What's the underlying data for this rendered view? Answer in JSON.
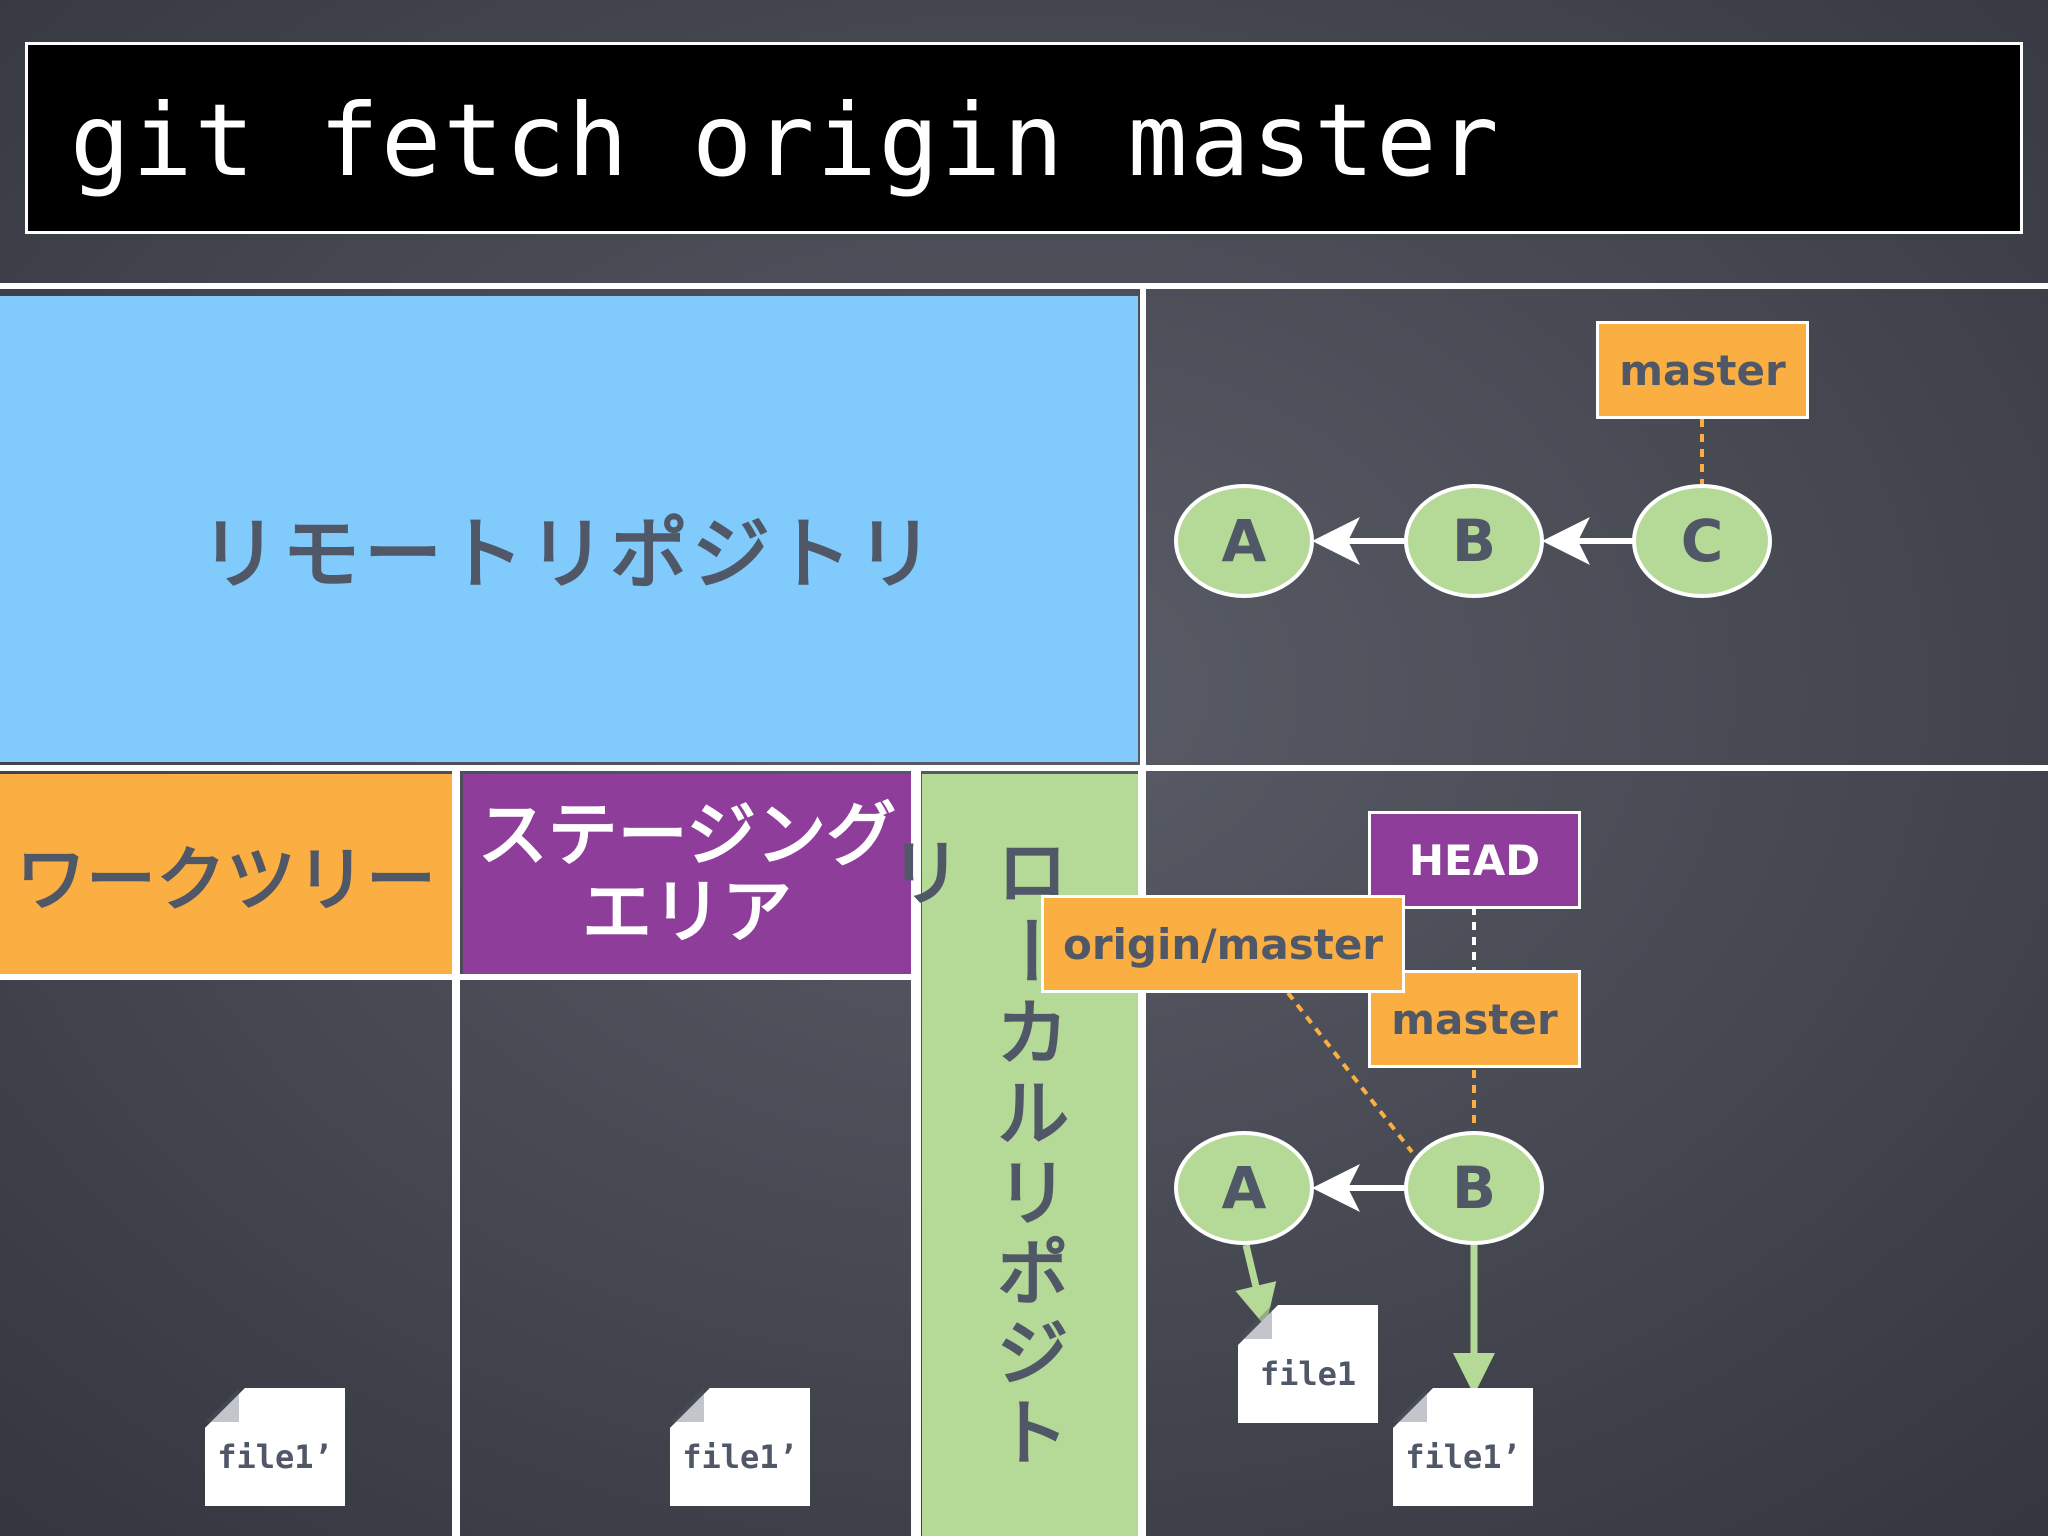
{
  "command": "git fetch origin master",
  "remote": {
    "label": "リモートリポジトリ",
    "commits": [
      "A",
      "B",
      "C"
    ],
    "branch_tag": "master"
  },
  "work_tree": {
    "label": "ワークツリー",
    "file": "file1’"
  },
  "staging": {
    "label_line1": "ステージング",
    "label_line2": "エリア",
    "file": "file1’"
  },
  "local": {
    "label": "ローカルリポジトリ",
    "commits": [
      "A",
      "B"
    ],
    "head_tag": "HEAD",
    "origin_tag": "origin/master",
    "master_tag": "master",
    "file_a": "file1",
    "file_b": "file1’"
  },
  "colors": {
    "remote": "#80cafc",
    "work_tree": "#fbaf42",
    "staging": "#8e3e9a",
    "local": "#b5d996",
    "commit": "#b5d996"
  }
}
